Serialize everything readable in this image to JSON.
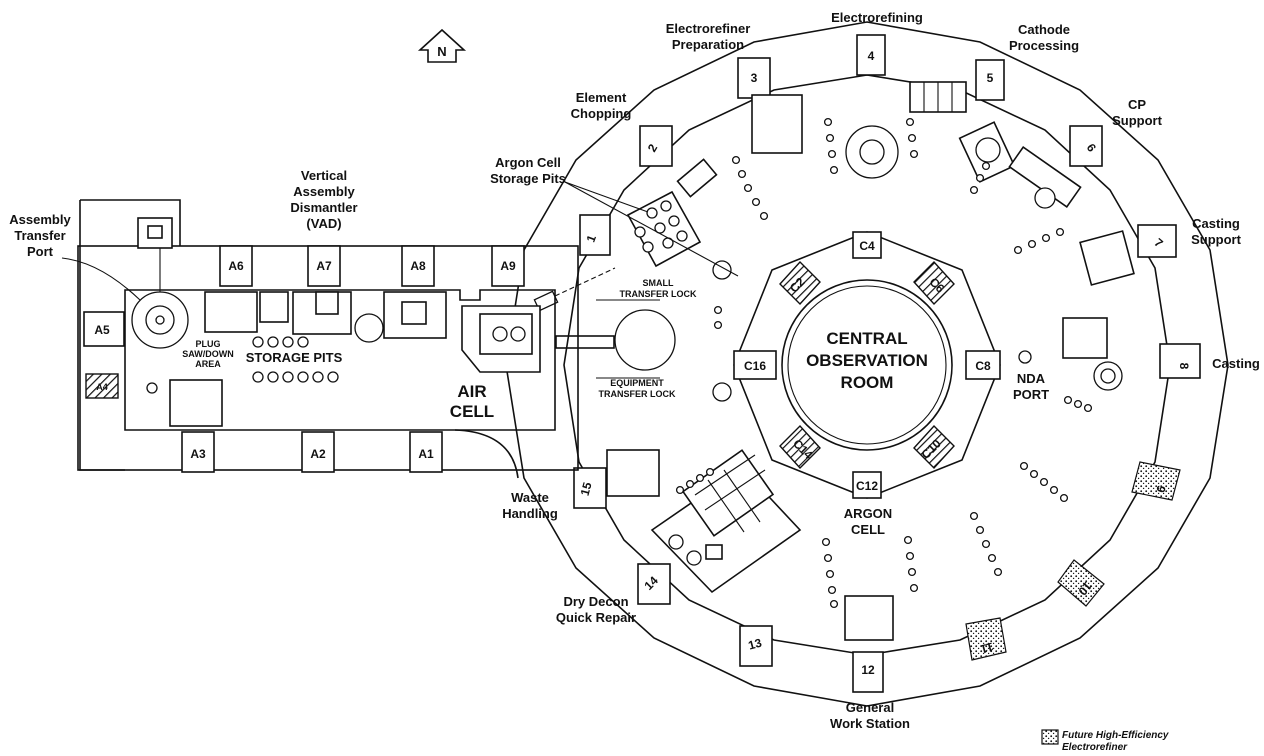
{
  "labels": {
    "north": "N",
    "electrorefiner_preparation": [
      "Electrorefiner",
      "Preparation"
    ],
    "electrorefining": "Electrorefining",
    "cathode_processing": [
      "Cathode",
      "Processing"
    ],
    "element_chopping": [
      "Element",
      "Chopping"
    ],
    "cp_support": [
      "CP",
      "Support"
    ],
    "argon_cell_storage_pits": [
      "Argon Cell",
      "Storage Pits"
    ],
    "vad": [
      "Vertical",
      "Assembly",
      "Dismantler",
      "(VAD)"
    ],
    "assembly_transfer_port": [
      "Assembly",
      "Transfer",
      "Port"
    ],
    "casting_support": [
      "Casting",
      "Support"
    ],
    "casting": "Casting",
    "small_transfer_lock": [
      "SMALL",
      "TRANSFER LOCK"
    ],
    "equipment_transfer_lock": [
      "EQUIPMENT",
      "TRANSFER LOCK"
    ],
    "storage_pits": "STORAGE PITS",
    "saw_area": [
      "PLUG",
      "SAW/DOWN",
      "AREA"
    ],
    "air_cell": [
      "AIR",
      "CELL"
    ],
    "central_room": [
      "CENTRAL",
      "OBSERVATION",
      "ROOM"
    ],
    "nda_port": [
      "NDA",
      "PORT"
    ],
    "argon_cell": [
      "ARGON",
      "CELL"
    ],
    "waste_handling": [
      "Waste",
      "Handling"
    ],
    "dry_decon": [
      "Dry Decon",
      "Quick Repair"
    ],
    "general_work_station": [
      "General",
      "Work Station"
    ],
    "legend_future": [
      "Future High-Efficiency",
      "Electrorefiner"
    ]
  },
  "ports": {
    "A1": "A1",
    "A2": "A2",
    "A3": "A3",
    "A4": "A4",
    "A5": "A5",
    "A6": "A6",
    "A7": "A7",
    "A8": "A8",
    "A9": "A9"
  },
  "cell_ports": {
    "C2": "C2",
    "C4": "C4",
    "C6": "C6",
    "C8": "C8",
    "C10": "C10",
    "C12": "C12",
    "C14": "C14",
    "C16": "C16"
  },
  "windows": [
    "1",
    "2",
    "3",
    "4",
    "5",
    "6",
    "7",
    "8",
    "9",
    "10",
    "11",
    "12",
    "13",
    "14",
    "15"
  ]
}
